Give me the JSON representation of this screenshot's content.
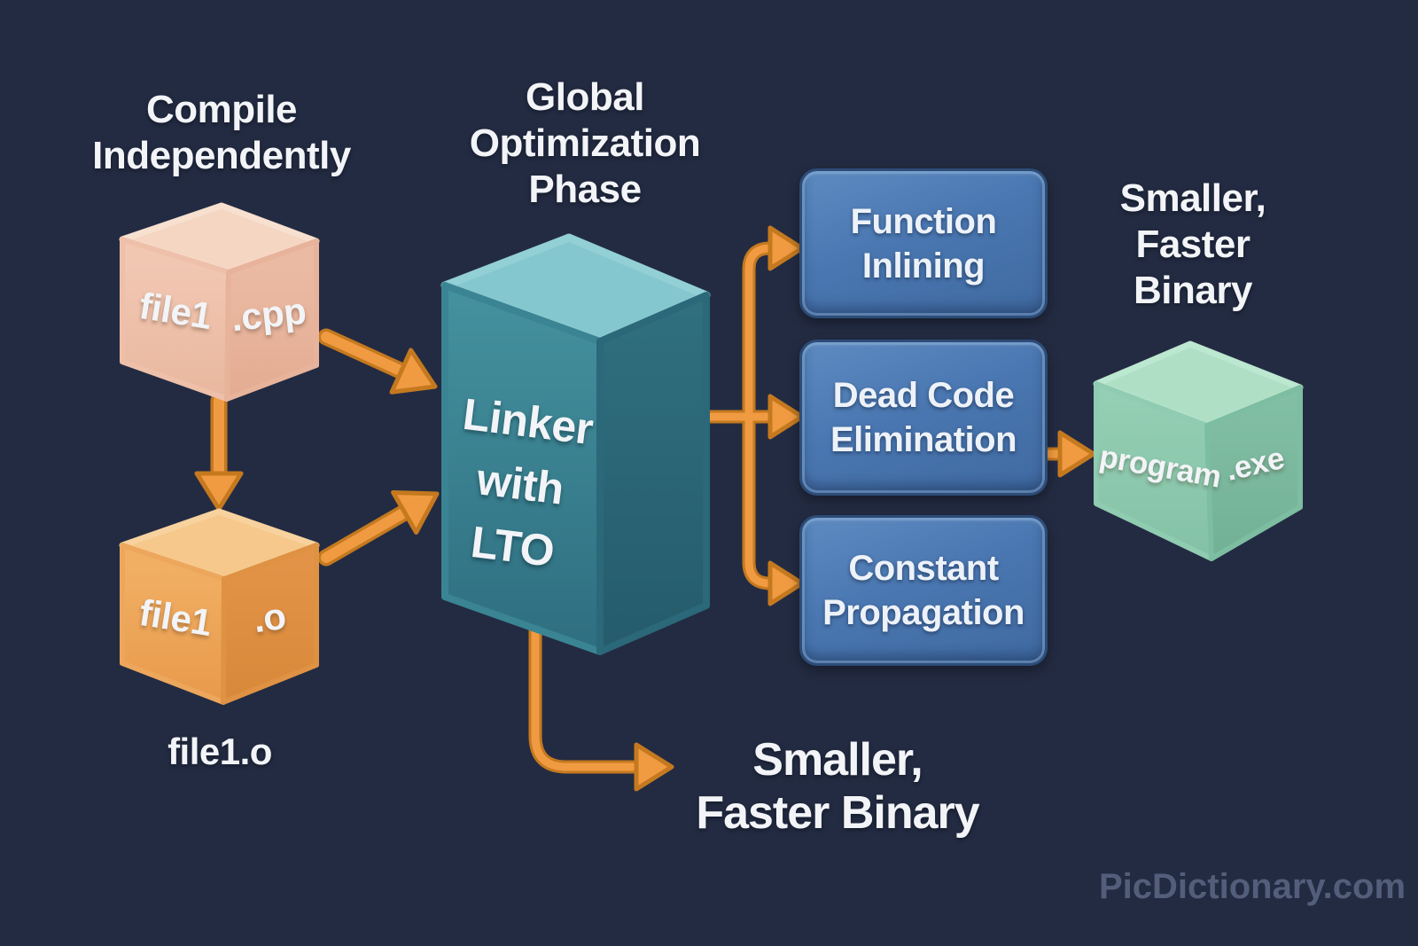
{
  "headings": {
    "compile": "Compile\nIndependently",
    "global": "Global\nOptimization\nPhase",
    "result_top": "Smaller,\nFaster\nBinary",
    "result_bottom": "Smaller,\nFaster Binary"
  },
  "cubes": {
    "source": {
      "face_left": "file1",
      "face_right": ".cpp"
    },
    "object": {
      "face_left": "file1",
      "face_right": ".o",
      "caption": "file1.o"
    },
    "output": {
      "face_left": "program",
      "face_right": ".exe"
    }
  },
  "linker": {
    "label": "Linker\nwith\nLTO"
  },
  "optimizations": [
    {
      "label": "Function\nInlining"
    },
    {
      "label": "Dead Code\nElimination"
    },
    {
      "label": "Constant\nPropagation"
    }
  ],
  "watermark": "PicDictionary.com",
  "colors": {
    "background": "#232b42",
    "arrow": "#f09b42",
    "arrow_edge": "#c5791f",
    "optimization_box": "#4a77b1",
    "optimization_box_border": "#2c4c77",
    "linker_left_face": "#3e8a98",
    "linker_right_face": "#2e6c7d",
    "linker_top_face": "#85c7ce",
    "source_cube_left": "#eec0aa",
    "source_cube_right": "#e8b39b",
    "source_cube_top": "#f5d6c3",
    "object_cube_left": "#eda75d",
    "object_cube_right": "#df9243",
    "object_cube_top": "#f6c88b",
    "output_cube_left": "#90ccb1",
    "output_cube_right": "#7dbda1",
    "output_cube_top": "#afe0c6",
    "heading_text": "#f2f4f7",
    "watermark_text": "#535e7a"
  }
}
